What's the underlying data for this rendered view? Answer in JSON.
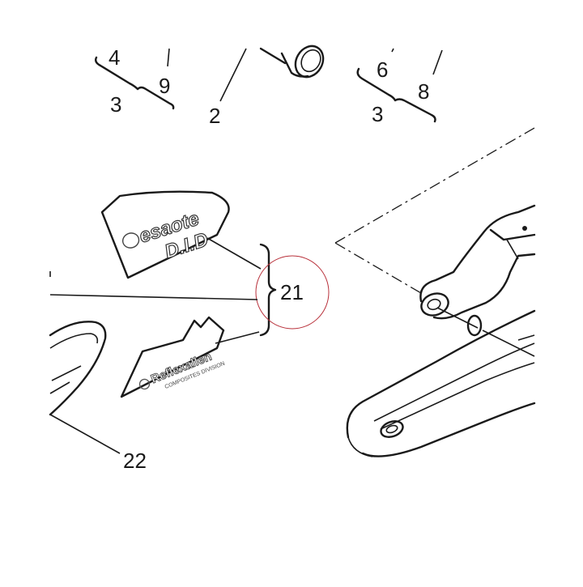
{
  "labels": {
    "top_left_a": "4",
    "top_left_b": "9",
    "top_left_c": "3",
    "top_center": "2",
    "top_right_a": "6",
    "top_right_b": "8",
    "top_right_c": "3",
    "decals_group": "21",
    "left_part": "22"
  },
  "decals": {
    "brand_mark": "esaote",
    "model_mark": "D.I.D",
    "composite_brand": "Reflexallen",
    "composite_sub": "COMPOSITES DIVISION"
  },
  "highlight_color": "#b8303a"
}
